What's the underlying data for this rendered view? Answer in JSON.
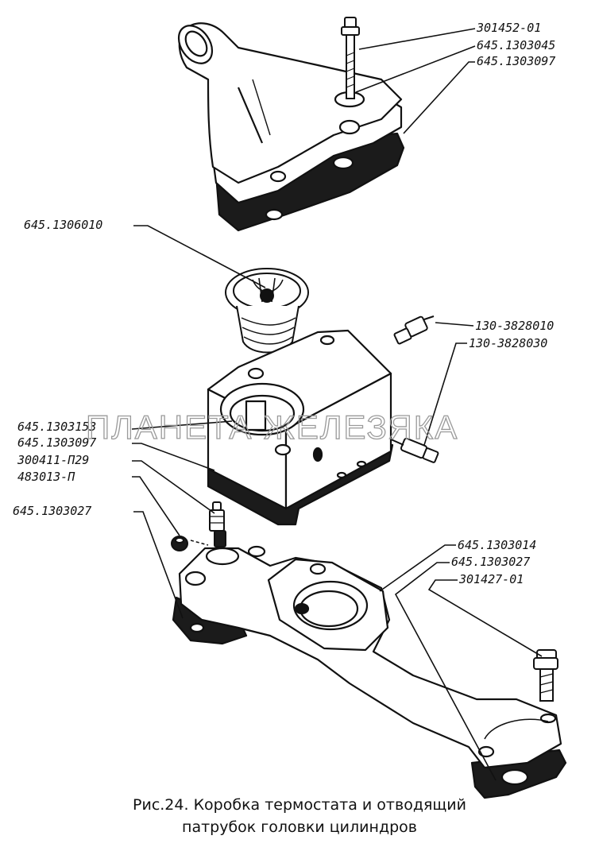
{
  "labels": {
    "bolt_top": "301452-01",
    "cover_part": "645.1303045",
    "gasket_top": "645.1303097",
    "thermostat": "645.1306010",
    "sensor_1": "130-3828010",
    "sensor_2": "130-3828030",
    "housing": "645.1303153",
    "gasket_mid": "645.1303097",
    "fitting": "300411-П29",
    "plug": "483013-П",
    "gasket_left": "645.1303027",
    "pipe": "645.1303014",
    "gasket_right": "645.1303027",
    "bolt_bottom": "301427-01"
  },
  "watermark": "ПЛАНЕТА ЖЕЛЕЗЯКА",
  "caption": {
    "line1": "Рис.24. Коробка термостата и отводящий",
    "line2": "патрубок головки цилиндров"
  },
  "colors": {
    "ink": "#111111",
    "paper": "#ffffff",
    "watermark": "#9a9a9a"
  }
}
